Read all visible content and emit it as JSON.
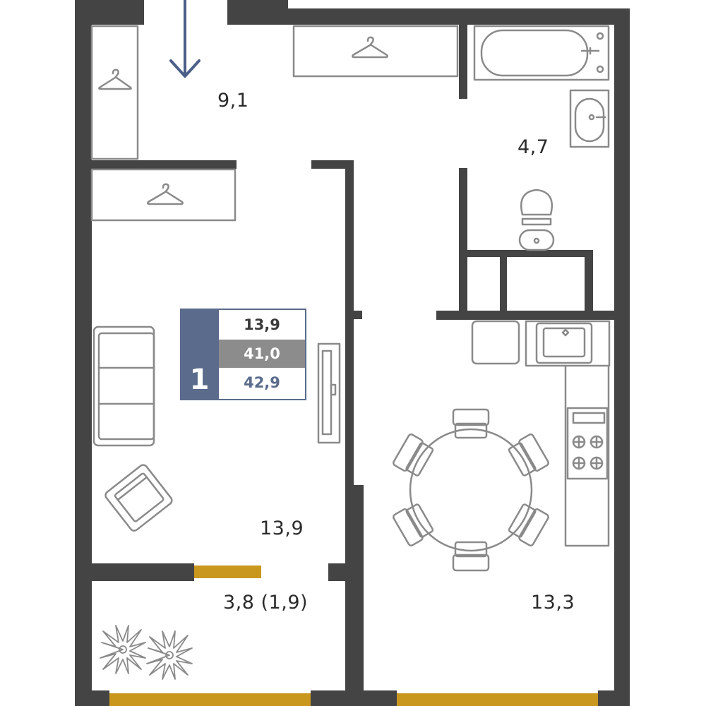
{
  "plan": {
    "title": "1-room apartment floor plan",
    "rooms": [
      {
        "id": "hallway",
        "area": "9,1"
      },
      {
        "id": "bathroom",
        "area": "4,7"
      },
      {
        "id": "living-room",
        "area": "13,9"
      },
      {
        "id": "balcony",
        "area": "3,8 (1,9)"
      },
      {
        "id": "kitchen",
        "area": "13,3"
      }
    ],
    "entrance_arrow_icon": "arrow-down-icon",
    "colors": {
      "wall": "#444444",
      "furniture": "#8a8a8a",
      "window": "#c9971e",
      "accent": "#5a6b8c",
      "arrow": "#4b5f87"
    }
  },
  "badge": {
    "rooms_count": "1",
    "living_area": "13,9",
    "total_area": "41,0",
    "full_area": "42,9"
  }
}
